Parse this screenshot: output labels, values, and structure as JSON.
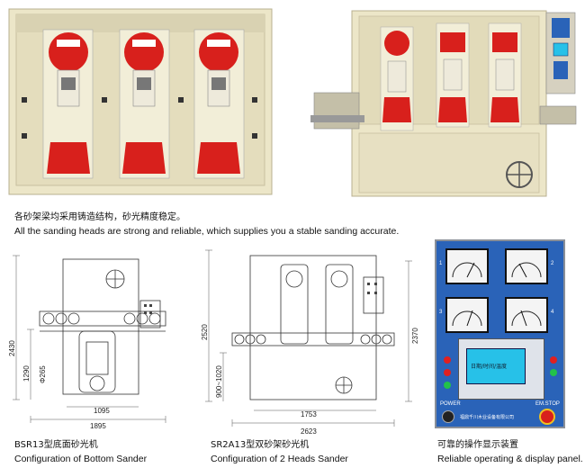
{
  "captions": {
    "heads_cn": "各砂架梁均采用铸造结构，砂光精度稳定。",
    "heads_en": "All the sanding heads are strong and reliable, which supplies you a stable sanding accurate.",
    "bsr_cn": "BSR13型底面砂光机",
    "bsr_en": "Configuration of Bottom Sander",
    "sr2a_cn": "SR2A13型双砂架砂光机",
    "sr2a_en": "Configuration of 2 Heads Sander",
    "panel_cn": "可靠的操作显示装置",
    "panel_en": "Reliable operating & display panel."
  },
  "drawing_bsr": {
    "height_total": "2430",
    "height_inner": "1290",
    "roller_dia": "Φ265",
    "width_inner": "1095",
    "width_total": "1895"
  },
  "drawing_sr2a": {
    "height_left": "2520",
    "height_range": "900~1020",
    "height_right": "2370",
    "width_inner": "1753",
    "width_total": "2623"
  },
  "panel": {
    "meter_labels": [
      "1",
      "2",
      "3",
      "4"
    ],
    "power_label": "POWER",
    "estop_label": "EM.STOP",
    "screen_text": "日期/时间/温度",
    "brand_text": "福鼎千川木业设备有限公司"
  },
  "colors": {
    "machine_body": "#ece6c8",
    "head_red": "#d8201c",
    "panel_blue": "#2a63b8",
    "screen_cyan": "#27c1e8"
  }
}
